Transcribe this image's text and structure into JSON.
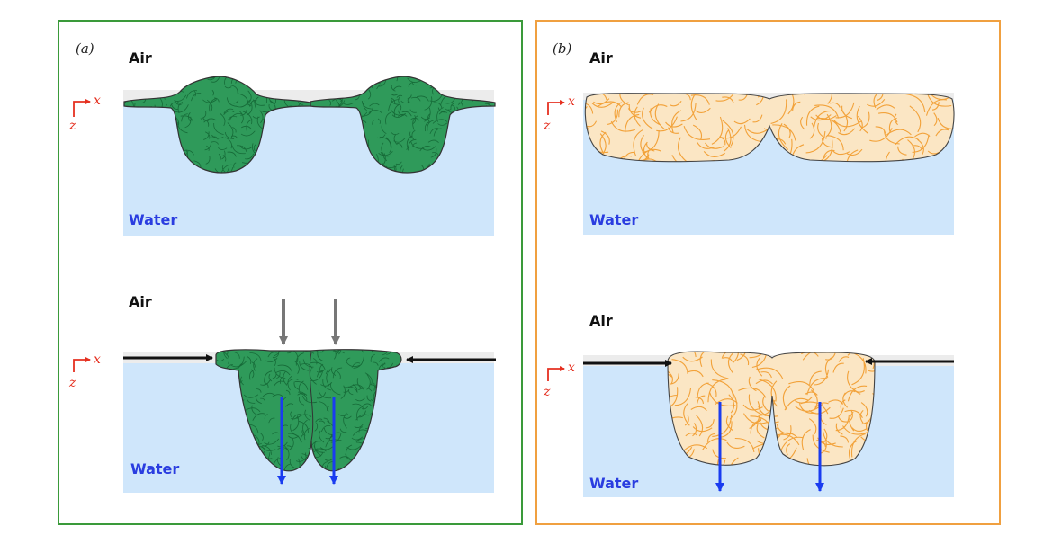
{
  "panels": {
    "a": {
      "letter": "(a)",
      "top": {
        "air": "Air",
        "water": "Water",
        "axis_x": "x",
        "axis_z": "z"
      },
      "bottom": {
        "air": "Air",
        "water": "Water",
        "axis_x": "x",
        "axis_z": "z"
      }
    },
    "b": {
      "letter": "(b)",
      "top": {
        "air": "Air",
        "water": "Water",
        "axis_x": "x",
        "axis_z": "z"
      },
      "bottom": {
        "air": "Air",
        "water": "Water",
        "axis_x": "x",
        "axis_z": "z"
      }
    }
  },
  "colors": {
    "panel_a_border": "#3a9a3a",
    "panel_b_border": "#f0a040",
    "water": "#cfe6fb",
    "air_band": "#ececec",
    "green_fibers": "#1f8a4c",
    "orange_fibers": "#f2a23a",
    "compression_arrow": "#111111",
    "gravity_arrow": "#777777",
    "sinking_arrow": "#1a3cf0",
    "axis": "#e53020"
  }
}
